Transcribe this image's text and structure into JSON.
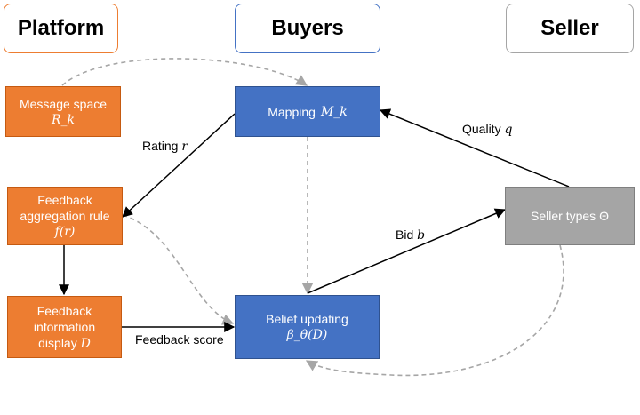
{
  "colors": {
    "platform": "#ed7d31",
    "buyers": "#4472c4",
    "seller": "#a5a5a5",
    "arrow": "#000000",
    "dashed_arrow": "#a6a6a6"
  },
  "headers": {
    "platform": "Platform",
    "buyers": "Buyers",
    "seller": "Seller"
  },
  "nodes": {
    "message_space": {
      "label": "Message space",
      "math": "R_k"
    },
    "feedback_aggregation": {
      "line1": "Feedback",
      "line2": "aggregation rule",
      "math": "f(r)"
    },
    "feedback_display": {
      "line1": "Feedback",
      "line2": "information",
      "line3": "display",
      "math": "D"
    },
    "mapping": {
      "label": "Mapping",
      "math": "M_k"
    },
    "belief_updating": {
      "label": "Belief updating",
      "math": "β_θ(D)"
    },
    "seller_types": {
      "label": "Seller types Θ"
    }
  },
  "edge_labels": {
    "rating": {
      "text": "Rating",
      "math": "r"
    },
    "quality": {
      "text": "Quality",
      "math": "q"
    },
    "bid": {
      "text": "Bid",
      "math": "b"
    },
    "feedback_score": {
      "text": "Feedback score"
    }
  }
}
